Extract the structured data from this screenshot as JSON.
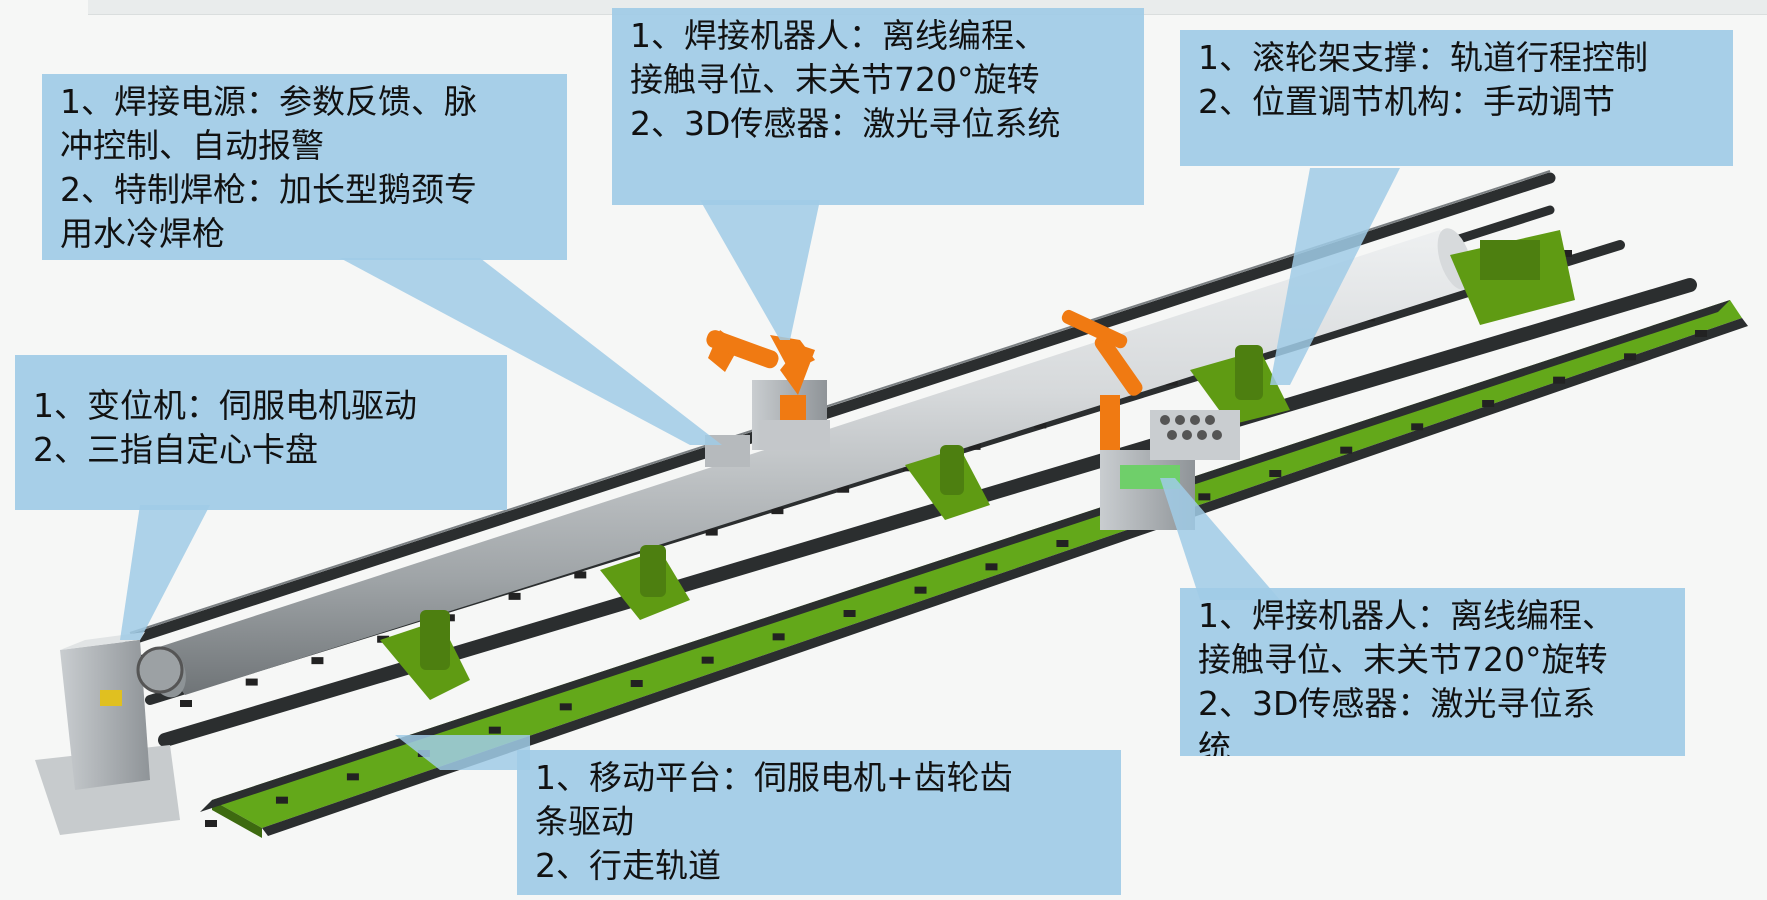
{
  "colors": {
    "callout_fill": "#a0cbe6",
    "ground_green": "#63a81a",
    "rail_dark": "#2b2e2f",
    "pipe_silver": "#c9cdd0",
    "robot_orange": "#f07a12",
    "support_green": "#5f9b13",
    "machine_gray": "#a9adb0"
  },
  "callouts": {
    "welding_power": {
      "lines": [
        "1、焊接电源：参数反馈、脉",
        "冲控制、自动报警",
        "2、特制焊枪：加长型鹅颈专",
        "用水冷焊枪"
      ]
    },
    "welding_robot_top": {
      "lines": [
        "1、焊接机器人：离线编程、",
        "接触寻位、末关节720°旋转",
        "2、3D传感器：激光寻位系统"
      ]
    },
    "roller_support": {
      "lines": [
        "1、滚轮架支撑：轨道行程控制",
        "2、位置调节机构：手动调节"
      ]
    },
    "positioner": {
      "lines": [
        "1、变位机：伺服电机驱动",
        "2、三指自定心卡盘"
      ]
    },
    "welding_robot_bottom": {
      "lines": [
        "1、焊接机器人：离线编程、",
        "接触寻位、末关节720°旋转",
        "2、3D传感器：激光寻位系",
        "统"
      ]
    },
    "mobile_platform": {
      "lines": [
        "1、移动平台：伺服电机+齿轮齿",
        "条驱动",
        "2、行走轨道"
      ]
    }
  },
  "icons": {
    "positioner": "positioner-icon",
    "robot": "welding-robot-icon",
    "roller": "roller-support-icon",
    "power": "welding-power-icon"
  }
}
